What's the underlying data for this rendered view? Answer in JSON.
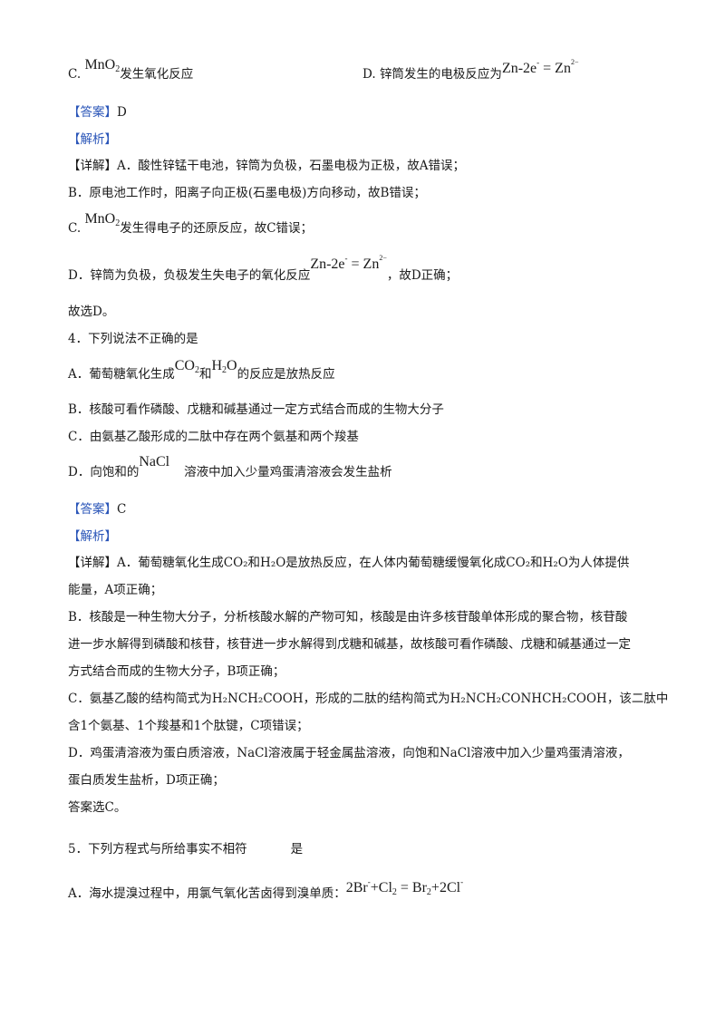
{
  "opt3C": {
    "label": "C.",
    "f": "MnO",
    "fsub": "2",
    "text": "发生氧化反应"
  },
  "opt3D": {
    "label": "D.",
    "text": "锌筒发生的电极反应为",
    "f1": "Zn-2e",
    "f1sup": "-",
    "f2": " = Zn",
    "f2sup": "2−"
  },
  "ans3": {
    "tag": "【答案】",
    "value": "D"
  },
  "jx3": "【解析】",
  "det3": {
    "a": "【详解】A．酸性锌锰干电池，锌筒为负极，石墨电极为正极，故A错误；",
    "b": "B．原电池工作时，阳离子向正极(石墨电极)方向移动，故B错误；",
    "c": {
      "label": "C.",
      "f": "MnO",
      "fsub": "2",
      "text": "发生得电子的还原反应，故C错误；"
    },
    "d": {
      "text1": "D．锌筒为负极，负极发生失电子的氧化反应",
      "f1": "Zn-2e",
      "f1sup": "-",
      "f2": " = Zn",
      "f2sup": "2−",
      "text2": "，故D正确；"
    },
    "end": "故选D。"
  },
  "q4": {
    "stem": "4．下列说法不正确的是",
    "a": {
      "text1": "A．葡萄糖氧化生成",
      "f1": "CO",
      "f1sub": "2",
      "mid": "和",
      "f2a": "H",
      "f2sub": "2",
      "f2b": "O",
      "text2": "的反应是放热反应"
    },
    "b": "B．核酸可看作磷酸、戊糖和碱基通过一定方式结合而成的生物大分子",
    "c": "C．由氨基乙酸形成的二肽中存在两个氨基和两个羧基",
    "d": {
      "text1": "D．向饱和的",
      "f": "NaCl",
      "text2": "溶液中加入少量鸡蛋清溶液会发生盐析"
    }
  },
  "ans4": {
    "tag": "【答案】",
    "value": "C"
  },
  "jx4": "【解析】",
  "det4": {
    "a1": "【详解】A．葡萄糖氧化生成CO₂和H₂O是放热反应，在人体内葡萄糖缓慢氧化成CO₂和H₂O为人体提供",
    "a2": "能量，A项正确；",
    "b1": "B．核酸是一种生物大分子，分析核酸水解的产物可知，核酸是由许多核苷酸单体形成的聚合物，核苷酸",
    "b2": "进一步水解得到磷酸和核苷，核苷进一步水解得到戊糖和碱基，故核酸可看作磷酸、戊糖和碱基通过一定",
    "b3": "方式结合而成的生物大分子，B项正确；",
    "c1": "C．氨基乙酸的结构简式为H₂NCH₂COOH，形成的二肽的结构简式为H₂NCH₂CONHCH₂COOH，该二肽中",
    "c2": "含1个氨基、1个羧基和1个肽键，C项错误；",
    "d1": "D．鸡蛋清溶液为蛋白质溶液，NaCl溶液属于轻金属盐溶液，向饱和NaCl溶液中加入少量鸡蛋清溶液，",
    "d2": "蛋白质发生盐析，D项正确；",
    "end": "答案选C。"
  },
  "q5": {
    "stem1": "5．下列方程式与所给事实不相符",
    "stem2": "是",
    "a": {
      "text": "A．海水提溴过程中，用氯气氧化苦卤得到溴单质：",
      "e1": "2Br",
      "e1sup": "-",
      "e2": "+Cl",
      "e2sub": "2",
      "e3": " = Br",
      "e3sub": "2",
      "e4": "+2Cl",
      "e4sup": "-"
    }
  }
}
